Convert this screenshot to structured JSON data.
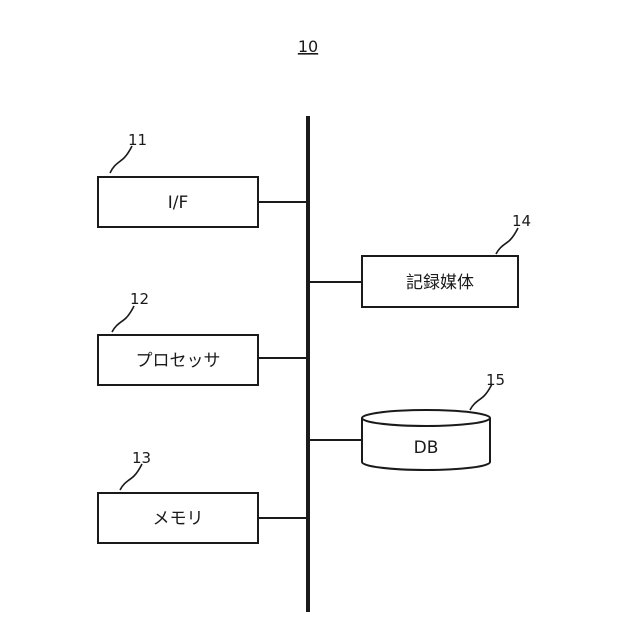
{
  "figure": {
    "number": "10"
  },
  "components": {
    "interface": {
      "ref": "11",
      "label": "I/F"
    },
    "processor": {
      "ref": "12",
      "label": "プロセッサ"
    },
    "memory": {
      "ref": "13",
      "label": "メモリ"
    },
    "recording_medium": {
      "ref": "14",
      "label": "記録媒体"
    },
    "database": {
      "ref": "15",
      "label": "DB"
    }
  }
}
